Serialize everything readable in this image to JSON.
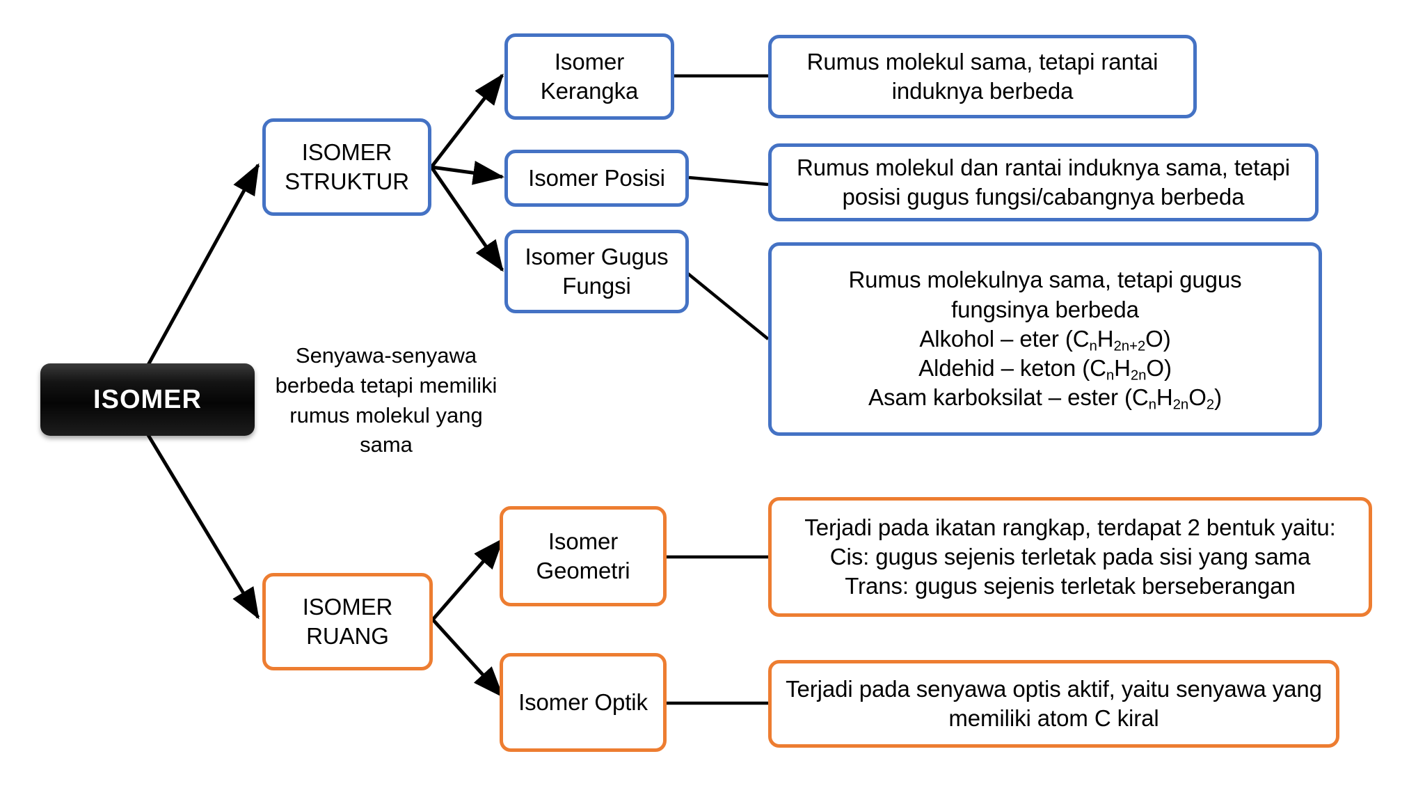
{
  "diagram": {
    "title": "ISOMER",
    "root": {
      "label": "ISOMER",
      "color": "#0a0a0a"
    },
    "caption": "Senyawa-senyawa berbeda tetapi memiliki rumus molekul yang sama",
    "branches": [
      {
        "id": "isomer-struktur",
        "label": "ISOMER STRUKTUR",
        "color": "#4472c4",
        "children": [
          {
            "id": "isomer-kerangka",
            "label": "Isomer Kerangka",
            "description": "Rumus molekul sama, tetapi rantai induknya berbeda"
          },
          {
            "id": "isomer-posisi",
            "label": "Isomer Posisi",
            "description": "Rumus molekul dan rantai induknya sama, tetapi posisi gugus fungsi/cabangnya berbeda"
          },
          {
            "id": "isomer-gugus-fungsi",
            "label": "Isomer Gugus Fungsi",
            "description_lines": [
              "Rumus molekulnya sama, tetapi gugus",
              "fungsinya berbeda"
            ],
            "formula_lines": [
              {
                "text_before": "Alkohol – eter (C",
                "sub1": "n",
                "mid": "H",
                "sub2": "2n+2",
                "text_after": "O)"
              },
              {
                "text_before": "Aldehid – keton (C",
                "sub1": "n",
                "mid": "H",
                "sub2": "2n",
                "text_after": "O)"
              },
              {
                "text_before": "Asam karboksilat – ester (C",
                "sub1": "n",
                "mid": "H",
                "sub2": "2n",
                "text_after": "O",
                "sub3": "2",
                "tail": ")"
              }
            ]
          }
        ]
      },
      {
        "id": "isomer-ruang",
        "label": "ISOMER RUANG",
        "color": "#ed7d31",
        "children": [
          {
            "id": "isomer-geometri",
            "label": "Isomer Geometri",
            "description": "Terjadi pada ikatan rangkap, terdapat 2 bentuk yaitu:\nCis: gugus sejenis terletak pada sisi yang sama\nTrans: gugus sejenis terletak berseberangan"
          },
          {
            "id": "isomer-optik",
            "label": "Isomer Optik",
            "description": "Terjadi pada senyawa optis aktif, yaitu senyawa yang memiliki atom C kiral"
          }
        ]
      }
    ]
  }
}
